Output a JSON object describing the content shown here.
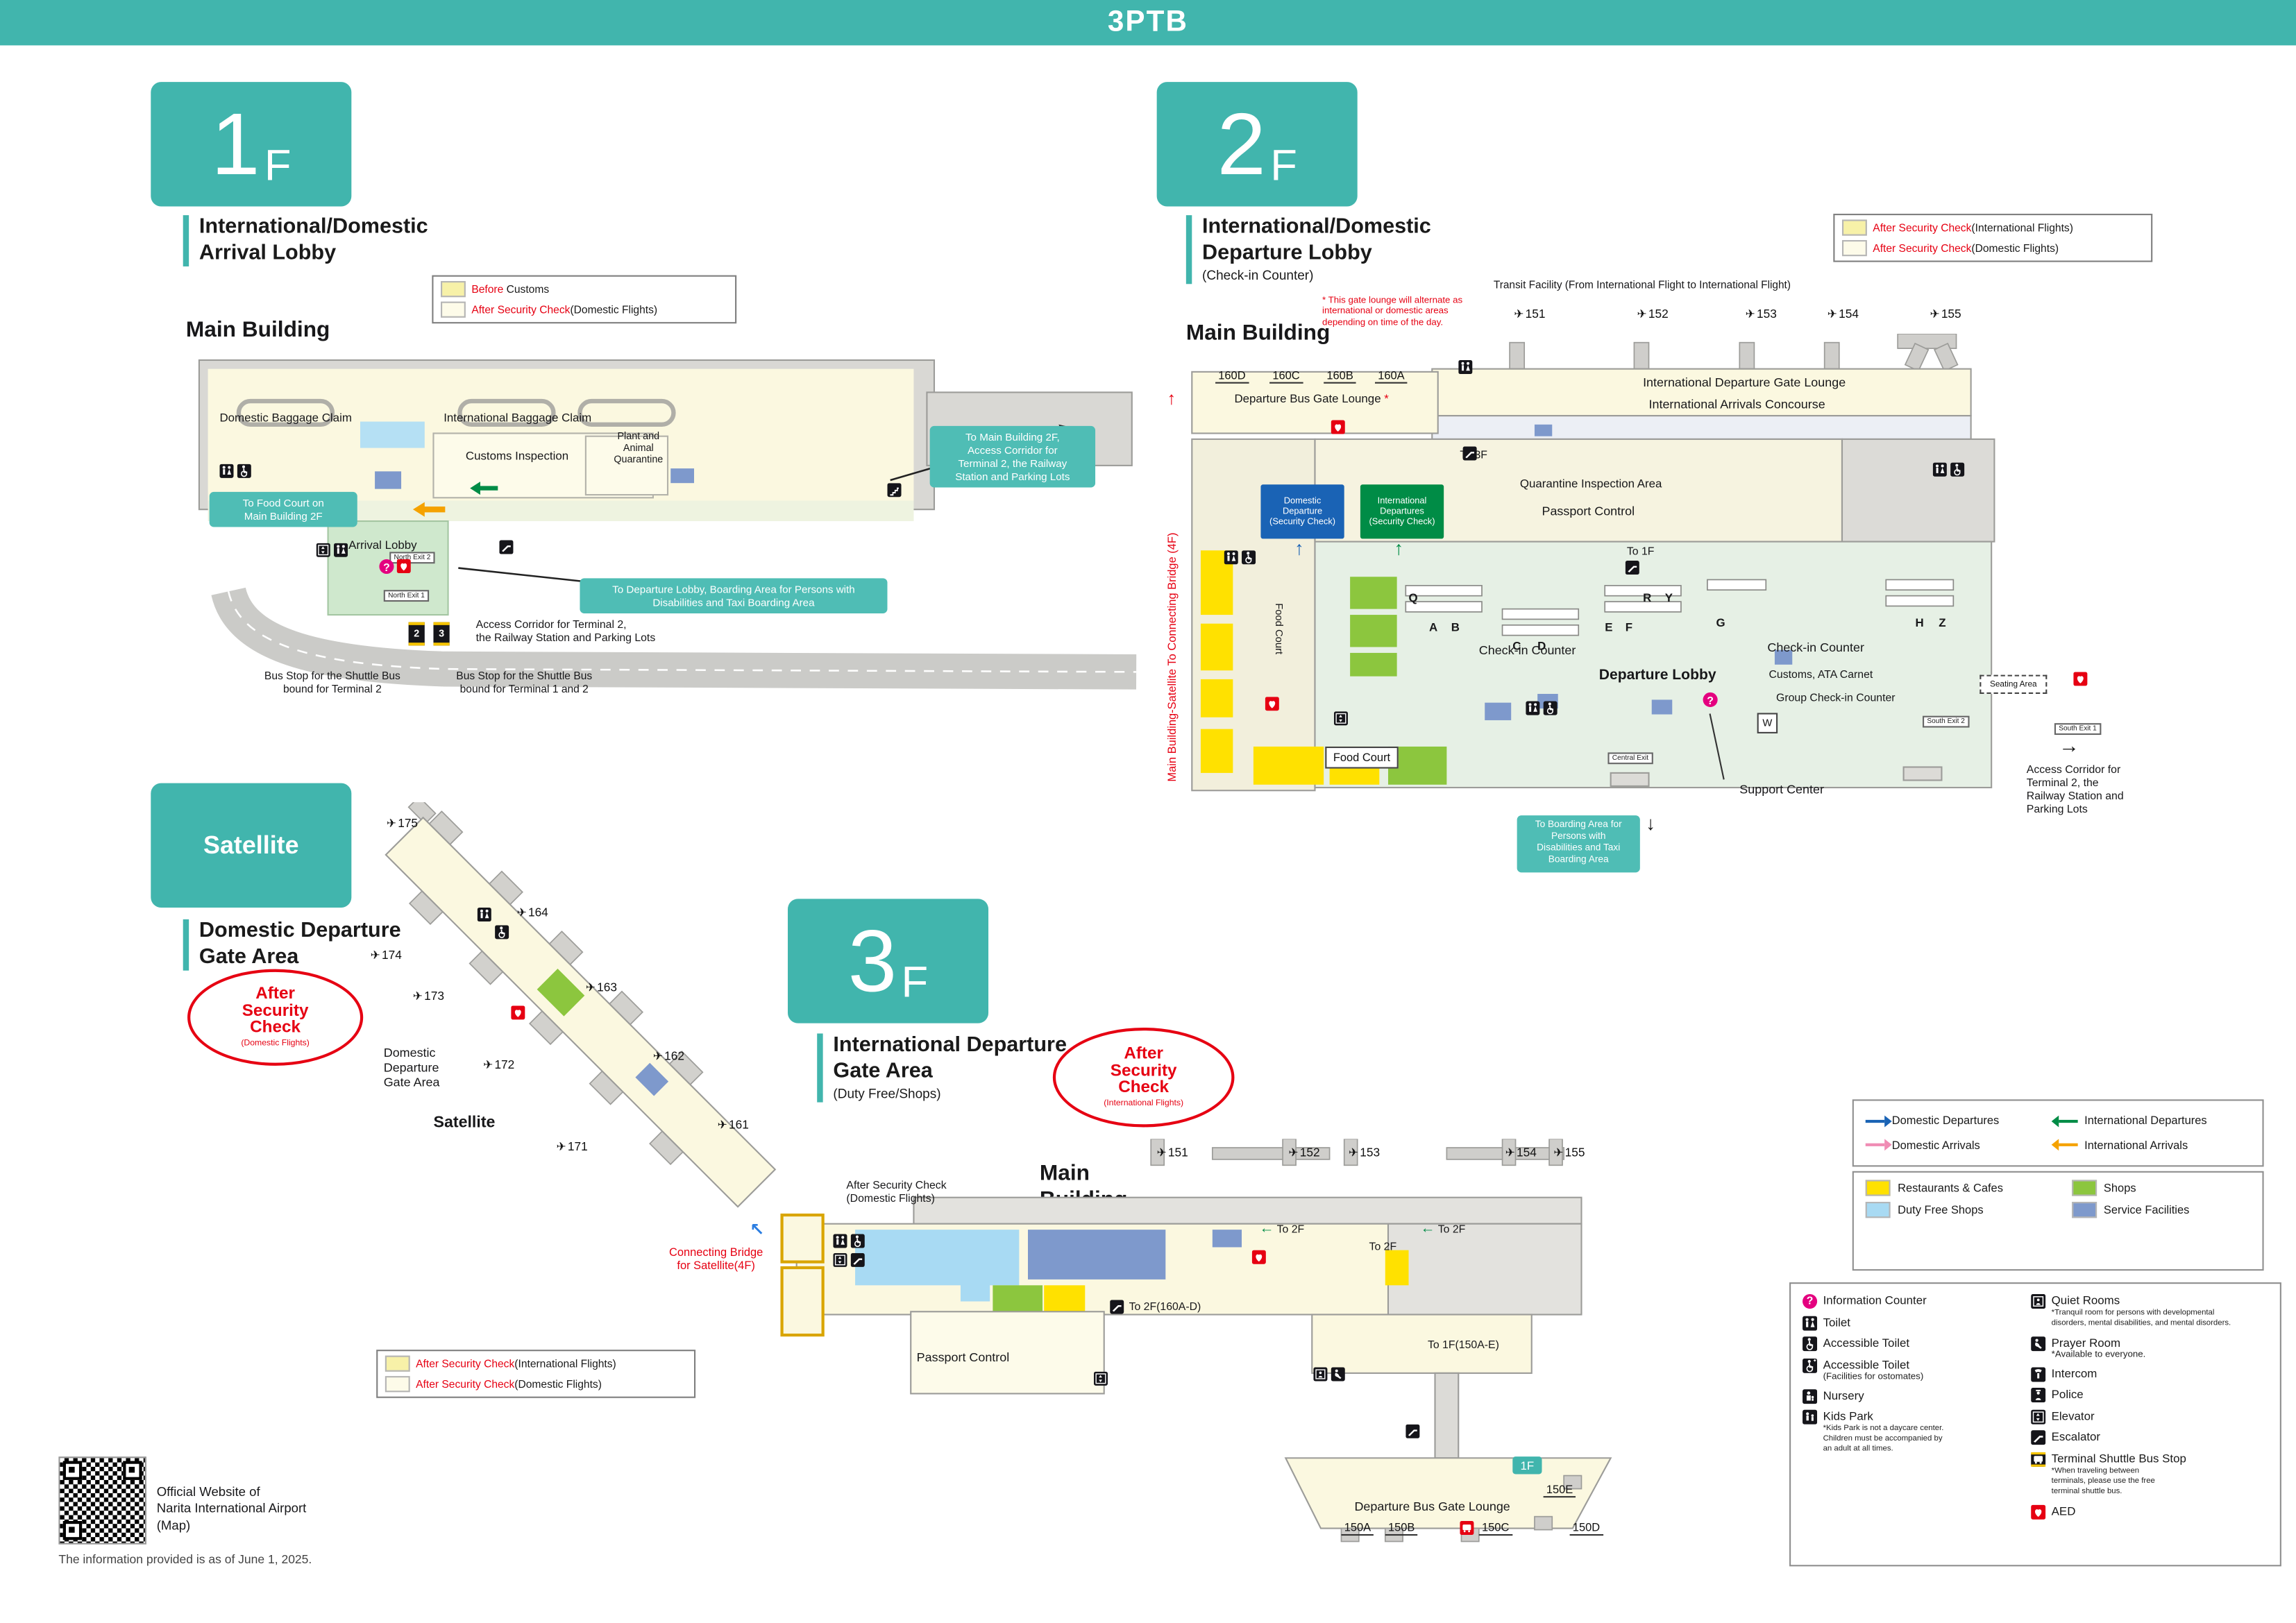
{
  "colors": {
    "teal": "#41b5ad",
    "red": "#e60012",
    "cream_floor": "#fbf8e0",
    "pale_green_lobby": "#e6f0e5",
    "restaurants": "#ffe100",
    "shops": "#8cc63e",
    "duty_free": "#a8daf3",
    "service": "#7e99cc",
    "domestic_departures": "#1a63b5",
    "international_departures": "#008c46",
    "domestic_arrivals": "#f08cb4",
    "international_arrivals": "#f5a200"
  },
  "icons": {
    "plane": "✈",
    "question": "?",
    "arrow_up": "↑",
    "arrow_down": "↓",
    "arrow_right": "→",
    "arrow_left": "←",
    "arrow_upleft": "↖"
  },
  "header": {
    "title": "3PTB"
  },
  "f1": {
    "badge": "1",
    "badge_f": "F",
    "title1": "International/Domestic",
    "title2": "Arrival Lobby",
    "main_building": "Main Building",
    "legend": [
      {
        "em": "Before",
        "rest": " Customs",
        "swatch": "#f7f1a8"
      },
      {
        "em": "After Security Check",
        "rest": "(Domestic Flights)",
        "swatch": "#fdfbe9"
      }
    ],
    "labels": {
      "domestic_baggage": "Domestic Baggage Claim",
      "intl_baggage": "International Baggage Claim",
      "customs": "Customs Inspection",
      "quarantine": "Plant and\nAnimal\nQuarantine",
      "arrival_lobby": "Arrival Lobby",
      "access": "Access Corridor for Terminal 2,\nthe Railway Station and Parking Lots",
      "north_exit2": "North Exit 2",
      "north_exit1": "North Exit 1"
    },
    "callouts": {
      "food": "To Food Court on\nMain Building 2F",
      "main2f": "To Main Building 2F,\nAccess Corridor for\nTerminal 2, the Railway\nStation and Parking Lots",
      "departure": "To Departure Lobby, Boarding Area for Persons with\nDisabilities and Taxi Boarding Area"
    },
    "bus_stops": [
      {
        "num": "2",
        "label": "Bus Stop for the Shuttle Bus\nbound for Terminal 2"
      },
      {
        "num": "3",
        "label": "Bus Stop for the Shuttle Bus\nbound for Terminal 1 and 2"
      }
    ]
  },
  "f2": {
    "badge": "2",
    "badge_f": "F",
    "title1": "International/Domestic",
    "title2": "Departure Lobby",
    "subtitle": "(Check-in Counter)",
    "main_building": "Main Building",
    "legend": [
      {
        "em": "After Security Check",
        "rest": "(International Flights)",
        "swatch": "#f7f1a8"
      },
      {
        "em": "After Security Check",
        "rest": "(Domestic Flights)",
        "swatch": "#fdfbe9"
      }
    ],
    "transit": "Transit Facility (From International Flight to International Flight)",
    "note": "* This gate lounge will alternate as\ninternational or domestic areas\ndepending on time of the day.",
    "gates": [
      "151",
      "152",
      "153",
      "154",
      "155"
    ],
    "bus_gates": [
      "160D",
      "160C",
      "160B",
      "160A"
    ],
    "security": [
      {
        "label": "Domestic\nDeparture\n(Security Check)",
        "color": "#1a63b5"
      },
      {
        "label": "International\nDepartures\n(Security Check)",
        "color": "#008c46"
      }
    ],
    "counters": [
      "Q",
      "A",
      "B",
      "C",
      "D",
      "E",
      "F",
      "R",
      "Y",
      "G",
      "H",
      "Z"
    ],
    "labels": {
      "bus_lounge": "Departure Bus Gate Lounge ",
      "star": "*",
      "intl_gate_lounge": "International Departure Gate Lounge",
      "intl_arrivals": "International Arrivals Concourse",
      "to_3f": "To 3F",
      "quarantine": "Quarantine Inspection Area",
      "passport": "Passport Control",
      "to_1f": "To 1F",
      "checkin": "Check-in Counter",
      "departure_lobby": "Departure Lobby",
      "customs_ata": "Customs, ATA Carnet",
      "group_checkin": "Group Check-in Counter",
      "seating": "Seating Area",
      "support": "Support Center",
      "w": "W",
      "food_court": "Food Court",
      "central_exit": "Central Exit",
      "south_exit2": "South Exit 2",
      "south_exit1": "South Exit 1",
      "access": "Access Corridor for\nTerminal 2, the\nRailway Station and\nParking Lots",
      "side": "Main Building-Satellite To Connecting Bridge (4F)"
    },
    "callout_boarding": "To Boarding Area for\nPersons with\nDisabilities and Taxi\nBoarding Area"
  },
  "sat": {
    "badge": "Satellite",
    "title1": "Domestic Departure",
    "title2": "Gate Area",
    "oval": {
      "big": "After\nSecurity\nCheck",
      "sub": "(Domestic Flights)"
    },
    "gates": [
      "175",
      "164",
      "174",
      "173",
      "163",
      "172",
      "162",
      "171",
      "161"
    ],
    "labels": {
      "area": "Domestic\nDeparture\nGate Area",
      "satellite": "Satellite",
      "bridge": "Connecting Bridge\nfor Satellite(4F)"
    },
    "legend": [
      {
        "em": "After Security Check",
        "rest": "(International Flights)",
        "swatch": "#f7f1a8"
      },
      {
        "em": "After Security Check",
        "rest": "(Domestic Flights)",
        "swatch": "#fdfbe9"
      }
    ]
  },
  "f3": {
    "badge": "3",
    "badge_f": "F",
    "title1": "International Departure",
    "title2": "Gate Area",
    "subtitle": "(Duty Free/Shops)",
    "main_building": "Main\nBuilding",
    "oval": {
      "big": "After\nSecurity\nCheck",
      "sub": "(International Flights)"
    },
    "gates": [
      "151",
      "152",
      "153",
      "154",
      "155"
    ],
    "bus_gates": [
      "150A",
      "150B",
      "150C",
      "150D",
      "150E"
    ],
    "labels": {
      "after_domestic": "After Security Check\n(Domestic Flights)",
      "to_2f": "To 2F",
      "to_2f_range": "To 2F(160A-D)",
      "to_1f_range": "To 1F(150A-E)",
      "passport": "Passport Control",
      "bus_lounge": "Departure Bus Gate Lounge",
      "floor_1f": "1F"
    }
  },
  "legend": {
    "directions": [
      {
        "label": "Domestic Departures",
        "color": "#1a63b5",
        "dir": "right"
      },
      {
        "label": "International Departures",
        "color": "#008c46",
        "dir": "left"
      },
      {
        "label": "Domestic Arrivals",
        "color": "#f08cb4",
        "dir": "right"
      },
      {
        "label": "International Arrivals",
        "color": "#f5a200",
        "dir": "left"
      }
    ],
    "areas": [
      {
        "label": "Restaurants & Cafes",
        "color": "#ffe100"
      },
      {
        "label": "Shops",
        "color": "#8cc63e"
      },
      {
        "label": "Duty Free Shops",
        "color": "#a8daf3"
      },
      {
        "label": "Service Facilities",
        "color": "#7e99cc"
      }
    ],
    "fac_left": [
      {
        "label": "Information Counter"
      },
      {
        "label": "Toilet"
      },
      {
        "label": "Accessible Toilet"
      },
      {
        "label": "Accessible Toilet",
        "note": "(Facilities for ostomates)"
      },
      {
        "label": "Nursery"
      },
      {
        "label": "Kids Park",
        "note": "*Kids Park is not a daycare center.\nChildren must be accompanied by\nan adult at all times."
      }
    ],
    "fac_right": [
      {
        "label": "Quiet Rooms",
        "note": "*Tranquil room for persons with developmental\ndisorders, mental disabilities, and mental disorders."
      },
      {
        "label": "Prayer Room",
        "note": "*Available to everyone."
      },
      {
        "label": "Intercom"
      },
      {
        "label": "Police"
      },
      {
        "label": "Elevator"
      },
      {
        "label": "Escalator"
      },
      {
        "label": "Terminal Shuttle Bus Stop",
        "note": "*When traveling between\nterminals, please use the free\nterminal shuttle bus."
      },
      {
        "label": "AED"
      }
    ]
  },
  "footer": {
    "qr_caption": "Official Website of\nNarita International Airport\n(Map)",
    "as_of": "The information provided is as of June 1, 2025."
  }
}
